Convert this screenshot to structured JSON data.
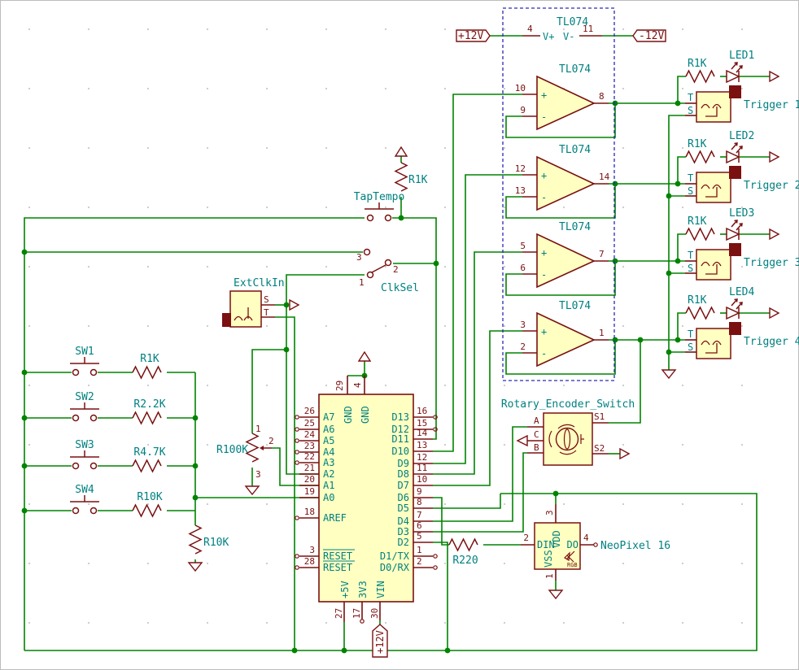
{
  "colors": {
    "wire": "#008400",
    "outline": "#7a1010",
    "fill": "#FFFFC2",
    "label": "#008080",
    "frame": "#2a2ab4"
  },
  "power": {
    "p12": "+12V",
    "n12": "-12V",
    "pin4": "4",
    "pin11": "11",
    "vplus": "V+",
    "vminus": "V-",
    "chip": "TL074",
    "mcu_vin": "+12V"
  },
  "opamps": [
    {
      "title": "TL074",
      "pin_p": "10",
      "pin_n": "9",
      "pin_o": "8"
    },
    {
      "title": "TL074",
      "pin_p": "12",
      "pin_n": "13",
      "pin_o": "14"
    },
    {
      "title": "TL074",
      "pin_p": "5",
      "pin_n": "6",
      "pin_o": "7"
    },
    {
      "title": "TL074",
      "pin_p": "3",
      "pin_n": "2",
      "pin_o": "1"
    }
  ],
  "signs": {
    "plus": "+",
    "minus": "-"
  },
  "channels": [
    {
      "r": "R1K",
      "led": "LED1",
      "name": "Trigger 1"
    },
    {
      "r": "R1K",
      "led": "LED2",
      "name": "Trigger 2"
    },
    {
      "r": "R1K",
      "led": "LED3",
      "name": "Trigger 3"
    },
    {
      "r": "R1K",
      "led": "LED4",
      "name": "Trigger 4"
    }
  ],
  "jack": {
    "t": "T",
    "s": "S"
  },
  "taptempo": {
    "label": "TapTempo",
    "r": "R1K"
  },
  "clksel": {
    "label": "ClkSel",
    "p1": "1",
    "p2": "2",
    "p3": "3"
  },
  "extclkin": {
    "label": "ExtClkIn",
    "s": "S",
    "t": "T"
  },
  "switches": [
    {
      "name": "SW1",
      "r": "R1K"
    },
    {
      "name": "SW2",
      "r": "R2.2K"
    },
    {
      "name": "SW3",
      "r": "R4.7K"
    },
    {
      "name": "SW4",
      "r": "R10K"
    }
  ],
  "pot": {
    "label": "R100K",
    "p1": "1",
    "p2": "2",
    "p3": "3"
  },
  "pulldown": {
    "label": "R10K"
  },
  "mcu": {
    "left": [
      {
        "n": "26",
        "name": "A7"
      },
      {
        "n": "25",
        "name": "A6"
      },
      {
        "n": "24",
        "name": "A5"
      },
      {
        "n": "23",
        "name": "A4"
      },
      {
        "n": "22",
        "name": "A3"
      },
      {
        "n": "21",
        "name": "A2"
      },
      {
        "n": "20",
        "name": "A1"
      },
      {
        "n": "19",
        "name": "A0"
      },
      {
        "n": "18",
        "name": "AREF"
      },
      {
        "n": "3",
        "name": "RESET"
      },
      {
        "n": "28",
        "name": "RESET"
      }
    ],
    "right": [
      {
        "n": "16",
        "name": "D13"
      },
      {
        "n": "15",
        "name": "D12"
      },
      {
        "n": "14",
        "name": "D11"
      },
      {
        "n": "13",
        "name": "D10"
      },
      {
        "n": "12",
        "name": "D9"
      },
      {
        "n": "11",
        "name": "D8"
      },
      {
        "n": "10",
        "name": "D7"
      },
      {
        "n": "9",
        "name": "D6"
      },
      {
        "n": "8",
        "name": "D5"
      },
      {
        "n": "7",
        "name": "D4"
      },
      {
        "n": "6",
        "name": "D3"
      },
      {
        "n": "5",
        "name": "D2"
      },
      {
        "n": "1",
        "name": "D1/TX"
      },
      {
        "n": "2",
        "name": "D0/RX"
      }
    ],
    "top": [
      {
        "n": "29",
        "name": "GND"
      },
      {
        "n": "4",
        "name": "GND"
      }
    ],
    "bottom": [
      {
        "n": "27",
        "name": "+5V"
      },
      {
        "n": "17",
        "name": "3V3"
      },
      {
        "n": "30",
        "name": "VIN"
      }
    ]
  },
  "encoder": {
    "label": "Rotary_Encoder_Switch",
    "a": "A",
    "c": "C",
    "b": "B",
    "s1": "S1",
    "s2": "S2"
  },
  "neopixel": {
    "label": "NeoPixel 16",
    "r": "R220",
    "vdd": "VDD",
    "din": "DIN",
    "dout": "DO",
    "vss": "VSS",
    "rgb": "RGB",
    "p1": "1",
    "p2": "2",
    "p3": "3",
    "p4": "4"
  }
}
